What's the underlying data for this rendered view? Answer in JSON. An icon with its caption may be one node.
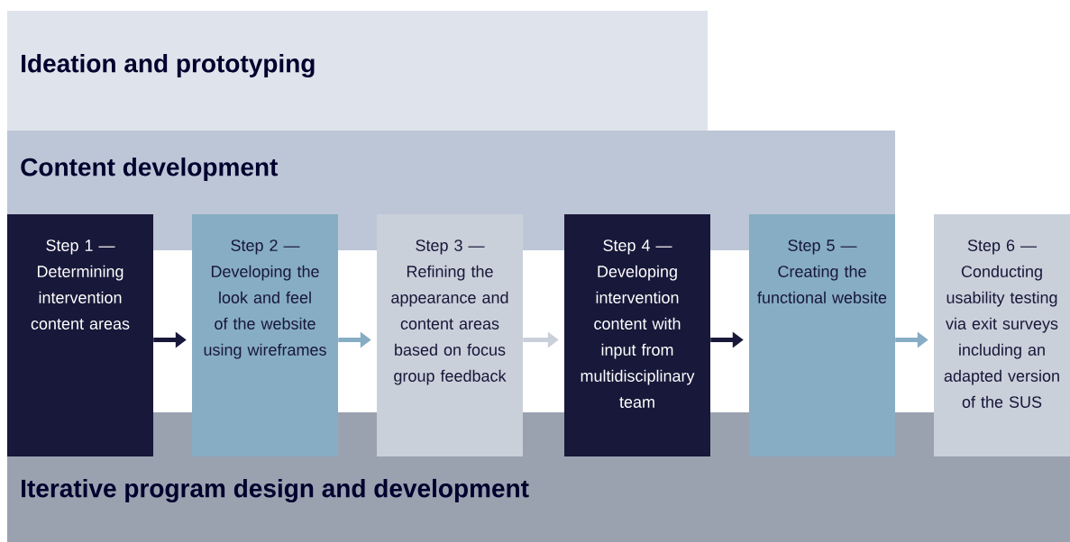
{
  "diagram": {
    "nodes": [
      {
        "text": [
          "Ideation and prototyping"
        ]
      },
      {
        "text": [
          "Content development"
        ]
      },
      {
        "text": [
          "Iterative program design and development"
        ]
      },
      {
        "text": [
          "Step 1 —",
          "Determining intervention content areas"
        ]
      },
      {
        "text": [
          "Step 2 —",
          "Developing the look and feel of the website using wireframes"
        ]
      },
      {
        "text": [
          "Step 3 —",
          "Refining the appearance and content areas based on focus group feedback"
        ]
      },
      {
        "text": [
          "Step 4 —",
          "Developing intervention content with input from multidisciplinary team"
        ]
      },
      {
        "text": [
          "Step 5 —",
          "Creating the functional website"
        ]
      },
      {
        "text": [
          "Step 6 —",
          "Conducting usability testing via exit surveys including an adapted version of the SUS"
        ]
      }
    ],
    "edges": [
      {
        "from": 3,
        "to": 4,
        "arrow": "to",
        "color": "#18183a"
      },
      {
        "from": 4,
        "to": 5,
        "arrow": "to",
        "color": "#87adc4"
      },
      {
        "from": 5,
        "to": 6,
        "arrow": "to",
        "color": "#c9d0da"
      },
      {
        "from": 6,
        "to": 7,
        "arrow": "to",
        "color": "#18183a"
      },
      {
        "from": 7,
        "to": 8,
        "arrow": "to",
        "color": "#87adc4"
      }
    ]
  }
}
